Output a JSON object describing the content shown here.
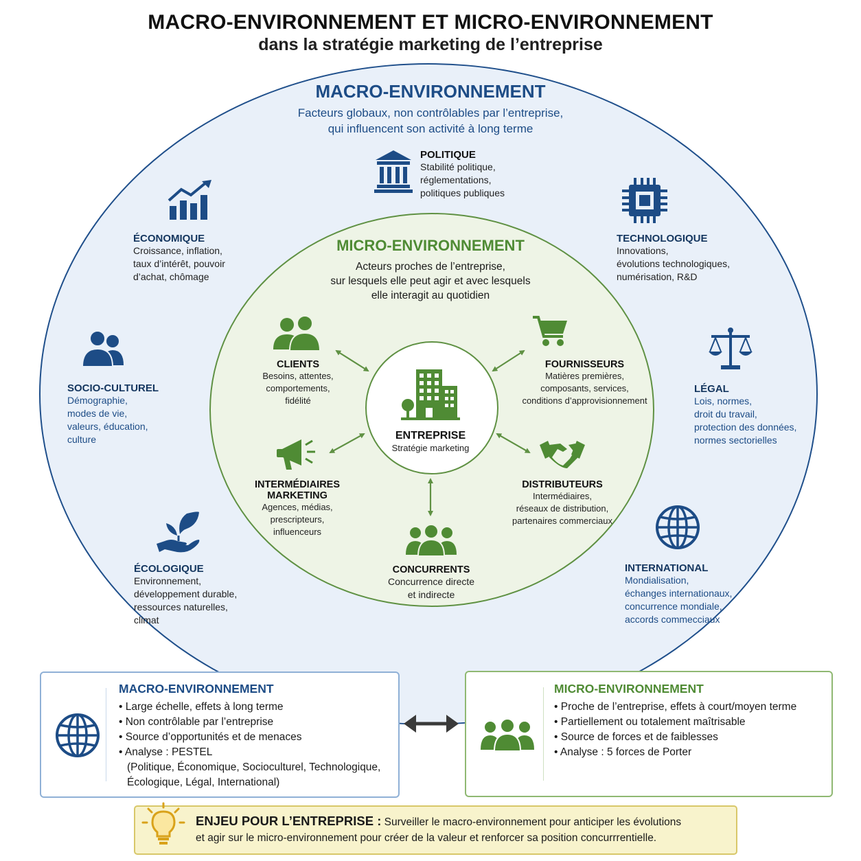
{
  "title": "MACRO-ENVIRONNEMENT ET MICRO-ENVIRONNEMENT",
  "subtitle": "dans la stratégie marketing de l’entreprise",
  "macro": {
    "heading": "MACRO-ENVIRONNEMENT",
    "desc1": "Facteurs globaux, non contrôlables par l’entreprise,",
    "desc2": "qui influencent son activité à long terme",
    "factors": {
      "politique": {
        "title": "POLITIQUE",
        "lines": [
          "Stabilité politique,",
          "réglementations,",
          "politiques publiques"
        ]
      },
      "economique": {
        "title": "ÉCONOMIQUE",
        "lines": [
          "Croissance, inflation,",
          "taux d’intérêt, pouvoir",
          "d’achat, chômage"
        ]
      },
      "technologique": {
        "title": "TECHNOLOGIQUE",
        "lines": [
          "Innovations,",
          "évolutions technologiques,",
          "numérisation, R&D"
        ]
      },
      "socio": {
        "title": "SOCIO-CULTUREL",
        "lines": [
          "Démographie,",
          "modes de vie,",
          "valeurs, éducation,",
          "culture"
        ]
      },
      "legal": {
        "title": "LÉGAL",
        "lines": [
          "Lois, normes,",
          "droit du travail,",
          "protection des données,",
          "normes sectorielles"
        ]
      },
      "ecologique": {
        "title": "ÉCOLOGIQUE",
        "lines": [
          "Environnement,",
          "développement durable,",
          "ressources naturelles,",
          "climat"
        ]
      },
      "international": {
        "title": "INTERNATIONAL",
        "lines": [
          "Mondialisation,",
          "échanges internationaux,",
          "concurrence mondiale,",
          "accords commecciaux"
        ]
      }
    }
  },
  "micro": {
    "heading": "MICRO-ENVIRONNEMENT",
    "desc1": "Acteurs proches de l’entreprise,",
    "desc2": "sur lesquels elle peut agir et avec lesquels",
    "desc3": "elle interagit au quotidien",
    "center": {
      "title": "ENTREPRISE",
      "subtitle": "Stratégie marketing"
    },
    "actors": {
      "clients": {
        "title": "CLIENTS",
        "lines": [
          "Besoins, attentes,",
          "comportements,",
          "fidélité"
        ]
      },
      "fournisseurs": {
        "title": "FOURNISSEURS",
        "lines": [
          "Matières premières,",
          "composants, services,",
          "conditions d’approvisionnement"
        ]
      },
      "intermediaires": {
        "title1": "INTERMÉDIAIRES",
        "title2": "MARKETING",
        "lines": [
          "Agences, médias,",
          "prescripteurs,",
          "influenceurs"
        ]
      },
      "distributeurs": {
        "title": "DISTRIBUTEURS",
        "lines": [
          "Intermédiaires,",
          "réseaux de distribution,",
          "partenaires commerciaux"
        ]
      },
      "concurrents": {
        "title": "CONCURRENTS",
        "lines": [
          "Concurrence directe",
          "et indirecte"
        ]
      }
    }
  },
  "summary": {
    "macro": {
      "title": "MACRO-ENVIRONNEMENT",
      "bullets": [
        "Large échelle, effets à long terme",
        "Non contrôlable par l’entreprise",
        "Source d’opportunités et de menaces",
        "Analyse : PESTEL"
      ],
      "extra1": "(Politique, Économique, Socioculturel, Technologique,",
      "extra2": "Écologique, Légal, International)"
    },
    "micro": {
      "title": "MICRO-ENVIRONNEMENT",
      "bullets": [
        "Proche de l’entreprise, effets à court/moyen terme",
        "Partiellement ou totalement maîtrisable",
        "Source de forces et de faiblesses",
        "Analyse : 5 forces de Porter"
      ]
    }
  },
  "enjeu": {
    "title": "ENJEU POUR L’ENTREPRISE :",
    "text1": " Surveiller le macro-environnement pour anticiper les évolutions",
    "text2": "et agir sur le micro-environnement pour créer de la valeur et renforcer sa position concurrrentielle."
  },
  "colors": {
    "macro_blue": "#1d4c86",
    "micro_green": "#4f8b34",
    "enjeu_yellow": "#f8f3cc"
  }
}
